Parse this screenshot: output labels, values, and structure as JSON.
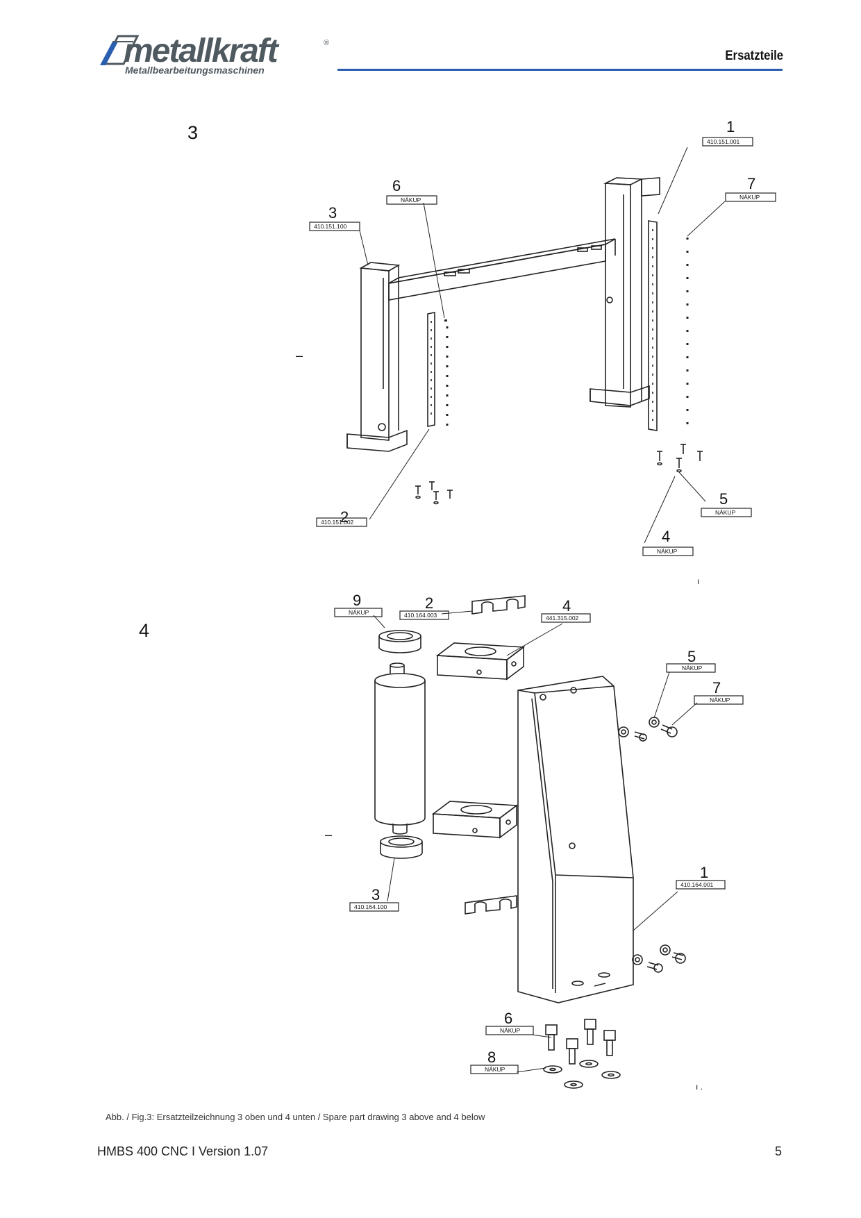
{
  "header": {
    "logo_text": "metallkraft",
    "logo_registered": "®",
    "logo_tagline": "Metallbearbeitungsmaschinen",
    "section_title": "Ersatzteile"
  },
  "figure3": {
    "number": "3",
    "callouts": [
      {
        "num": "1",
        "code": "410.151.001"
      },
      {
        "num": "2",
        "code": "410.151.002"
      },
      {
        "num": "3",
        "code": "410.151.100"
      },
      {
        "num": "4",
        "code": "NÁKUP"
      },
      {
        "num": "5",
        "code": "NÁKUP"
      },
      {
        "num": "6",
        "code": "NÁKUP"
      },
      {
        "num": "7",
        "code": "NÁKUP"
      }
    ]
  },
  "figure4": {
    "number": "4",
    "callouts": [
      {
        "num": "1",
        "code": "410.164.001"
      },
      {
        "num": "2",
        "code": "410.164.003"
      },
      {
        "num": "3",
        "code": "410.164.100"
      },
      {
        "num": "4",
        "code": "441.315.002"
      },
      {
        "num": "5",
        "code": "NÁKUP"
      },
      {
        "num": "6",
        "code": "NÁKUP"
      },
      {
        "num": "7",
        "code": "NÁKUP"
      },
      {
        "num": "8",
        "code": "NÁKUP"
      },
      {
        "num": "9",
        "code": "NÁKUP"
      }
    ]
  },
  "stray_marks": [
    "–",
    "–",
    "ı",
    "ı ."
  ],
  "caption": "Abb. / Fig.3: Ersatzteilzeichnung 3 oben und 4 unten / Spare part drawing 3 above and 4 below",
  "footer": {
    "left": "HMBS 400 CNC I Version 1.07",
    "page_number": "5"
  },
  "colors": {
    "brand_gray": "#4f5960",
    "rule_blue": "#2a5fb0"
  }
}
